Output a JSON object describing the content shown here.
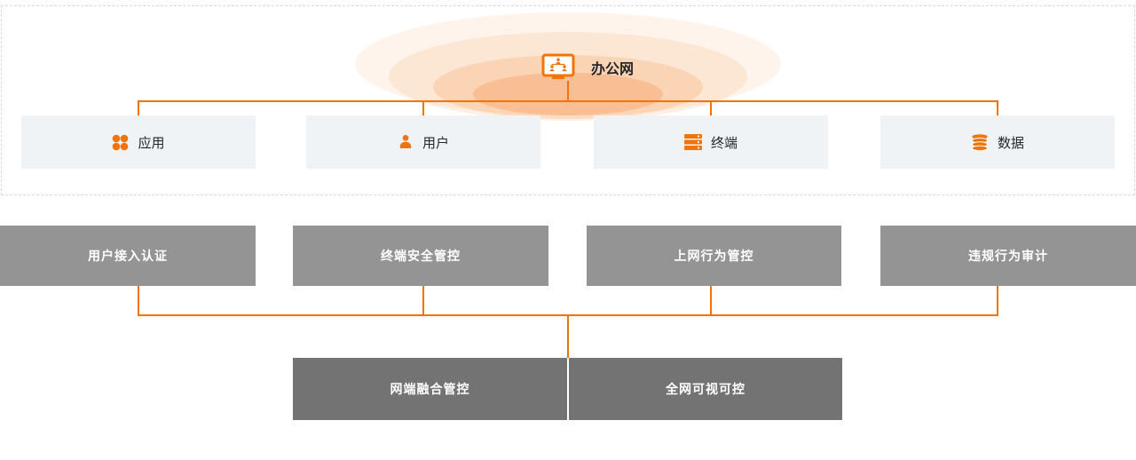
{
  "colors": {
    "accent_orange": "#f0740a",
    "glow_peach": "#f8c79e",
    "top_box_bg": "#f0f3f5",
    "mid_box_bg": "#949494",
    "bottom_box_bg": "#737373",
    "dashed_border": "#d9d9d9",
    "dark_text": "#24262a",
    "white_text": "#ffffff"
  },
  "network": {
    "label": "办公网",
    "icon": "office-network-icon"
  },
  "top_boxes": [
    {
      "label": "应用",
      "icon": "apps-icon"
    },
    {
      "label": "用户",
      "icon": "user-icon"
    },
    {
      "label": "终端",
      "icon": "terminal-icon"
    },
    {
      "label": "数据",
      "icon": "database-icon"
    }
  ],
  "mid_boxes": [
    {
      "label": "用户接入认证"
    },
    {
      "label": "终端安全管控"
    },
    {
      "label": "上网行为管控"
    },
    {
      "label": "违规行为审计"
    }
  ],
  "bottom_boxes": [
    {
      "label": "网端融合管控"
    },
    {
      "label": "全网可视可控"
    }
  ]
}
